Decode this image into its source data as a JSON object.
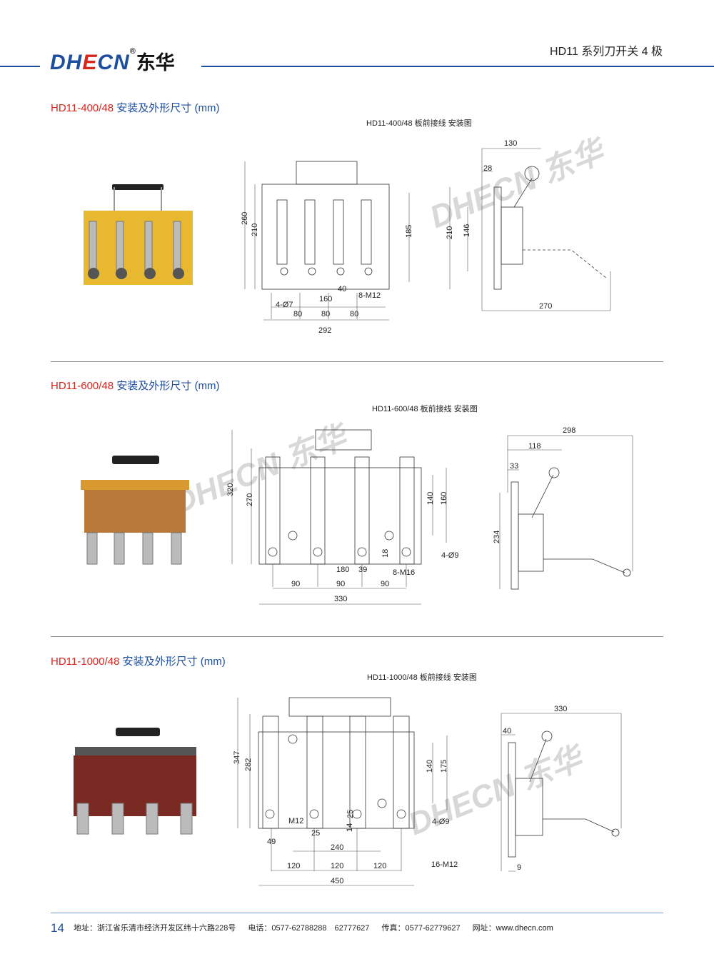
{
  "header": {
    "logo_latin": "DHECN",
    "logo_cn": "东华",
    "series_title": "HD11 系列刀开关 4 极"
  },
  "watermark": "DHECN 东华",
  "sections": [
    {
      "model": "HD11-400/48",
      "title_suffix": "安装及外形尺寸 (mm)",
      "caption": "HD11-400/48 板前接线 安装图",
      "dims": {
        "h_total": "260",
        "h_plate": "210",
        "h_holes": "185",
        "holes": "4-Ø7",
        "span": "160",
        "offset": "40",
        "bolts": "8-M12",
        "pitch": [
          "80",
          "80",
          "80"
        ],
        "width": "292",
        "side_top": "130",
        "side_small": "28",
        "side_h": "210",
        "side_h2": "146",
        "side_w": "270"
      }
    },
    {
      "model": "HD11-600/48",
      "title_suffix": "安装及外形尺寸 (mm)",
      "caption": "HD11-600/48 板前接线 安装图",
      "dims": {
        "h_total": "320",
        "h_plate": "270",
        "h_a": "140",
        "h_b": "160",
        "holes": "4-Ø9",
        "small": "18",
        "span": "180",
        "offset": "39",
        "bolts": "8-M16",
        "pitch": [
          "90",
          "90",
          "90"
        ],
        "width": "330",
        "side_top": "298",
        "side_mid": "118",
        "side_small": "33",
        "side_h": "234"
      }
    },
    {
      "model": "HD11-1000/48",
      "title_suffix": "安装及外形尺寸 (mm)",
      "caption": "HD11-1000/48 板前接线 安装图",
      "dims": {
        "h_total": "347",
        "h_plate": "282",
        "h_a": "140",
        "h_b": "175",
        "m12": "M12",
        "a25": "25",
        "b25": "25",
        "b14": "14",
        "holes": "4-Ø9",
        "edge": "49",
        "span": "240",
        "bolts": "16-M12",
        "pitch": [
          "120",
          "120",
          "120"
        ],
        "width": "450",
        "side_top": "330",
        "side_small": "40",
        "side_bottom": "9"
      }
    }
  ],
  "footer": {
    "page": "14",
    "address": "地址：浙江省乐清市经济开发区纬十六路228号",
    "phone": "电话：0577-62788288　62777627",
    "fax": "传真：0577-62779627",
    "web": "网址：www.dhecn.com"
  },
  "colors": {
    "brand_blue": "#1d4ea0",
    "brand_red": "#d7261e"
  }
}
